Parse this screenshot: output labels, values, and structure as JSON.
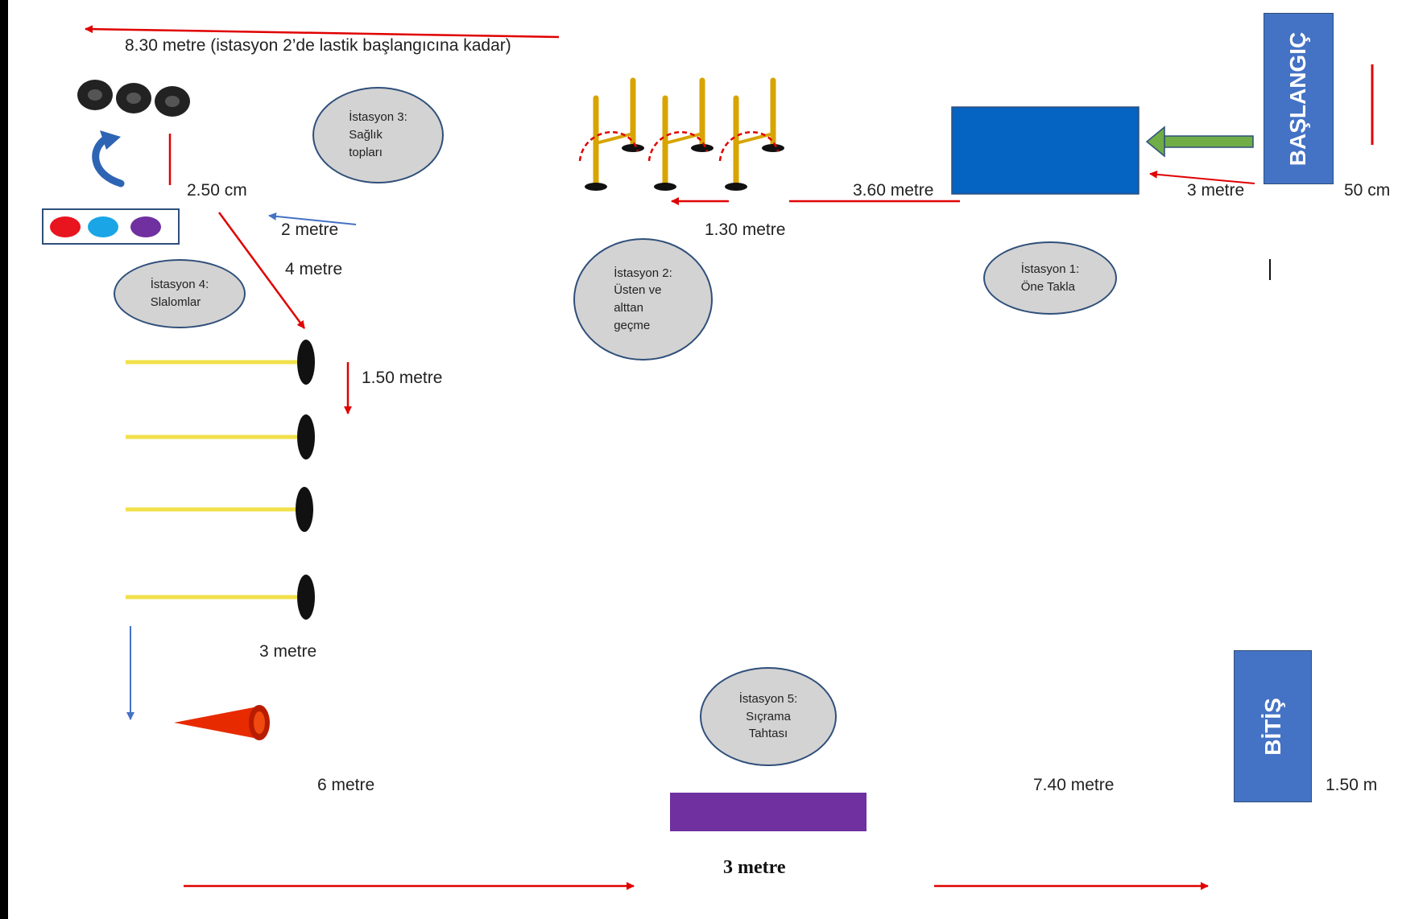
{
  "labels": {
    "top_distance": "8.30 metre (istasyon 2’de lastik başlangıcına kadar)",
    "tire_gap": "2.50 cm",
    "to_balls": "2 metre",
    "diag_4m": "4 metre",
    "slalom_gap": "1.50 metre",
    "slalom_to_cone": "3 metre",
    "hurdle_gap": "1.30 metre",
    "mat_to_hurdle": "3.60 metre",
    "start_to_mat": "3 metre",
    "start_width": "50 cm",
    "cone_to_board": "6 metre",
    "board_to_finish": "7.40 metre",
    "finish_width": "1.50 m",
    "board_length": "3 metre"
  },
  "stations": {
    "s1": "İstasyon 1:\nÖne Takla",
    "s2": "İstasyon 2:\nÜsten ve\nalttan\ngeçme",
    "s3": "İstasyon 3:\nSağlık\ntopları",
    "s4": "İstasyon 4:\nSlalomlar",
    "s5": "İstasyon 5:\nSıçrama\nTahtası"
  },
  "blocks": {
    "start": "BAŞLANGIÇ",
    "finish": "BİTİŞ"
  },
  "colors": {
    "arrow_red": "#e00000",
    "arrow_blue": "#4472c4",
    "mat_blue": "#0563c1",
    "block_blue": "#4472c4",
    "board_purple": "#7030a0",
    "green_arrow": "#70ad47",
    "pole_yellow": "#e6b422",
    "ball_red": "#e8141e",
    "ball_cyan": "#1aa6e6",
    "ball_purple": "#7030a0",
    "cone_red": "#e82a00"
  }
}
